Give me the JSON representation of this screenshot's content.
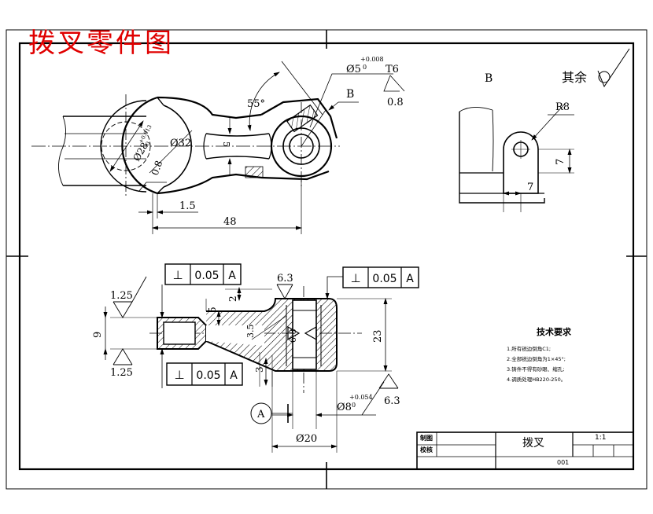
{
  "drawing_title": "拨叉零件图",
  "view_labels": {
    "detail_view": "B",
    "section_ref": "A",
    "pointer_b": "B"
  },
  "dimensions": {
    "hole_dia": "Ø5",
    "hole_tol_upper": "+0.008",
    "hole_tol_lower": "0",
    "hole_grade": "T6",
    "hole_roughness": "0.8",
    "angle": "55°",
    "bore_dia": "Ø28",
    "bore_tol_upper": "+0.013",
    "bore_tol_lower": "0",
    "outer_dia": "Ø32",
    "web_width": "5",
    "bore_roughness": "0.8",
    "chamfer": "1.5",
    "length": "48",
    "detail_radius": "R8",
    "detail_x": "7",
    "detail_y": "7",
    "rough_top_left": "1.25",
    "rough_bottom_left": "1.25",
    "height_left": "9",
    "dim_5": "5",
    "dim_2": "2",
    "dim_3": "3",
    "dim_3_5": "3.5",
    "dim_6_8": "6.8",
    "rough_top_mid": "6.3",
    "height_right": "23",
    "pin_dia": "Ø8",
    "pin_tol_upper": "+0.054",
    "pin_tol_lower": "0",
    "pin_roughness": "6.3",
    "hub_dia": "Ø20"
  },
  "tolerances": [
    {
      "symbol": "⊥",
      "value": "0.05",
      "datum": "A"
    },
    {
      "symbol": "⊥",
      "value": "0.05",
      "datum": "A"
    },
    {
      "symbol": "⊥",
      "value": "0.05",
      "datum": "A"
    }
  ],
  "surface_note": "其余",
  "tech_requirements": {
    "title": "技术要求",
    "items": [
      "1.所有锐边倒角C1;",
      "2.全部锐边倒角为1×45°;",
      "3.铸件不得有砂眼、缩孔;",
      "4.调质处理HB220-250。"
    ]
  },
  "title_block": {
    "made_by": "制图",
    "checked_by": "校核",
    "part_name": "拨叉",
    "scale": "1:1",
    "drawing_no": "001"
  }
}
